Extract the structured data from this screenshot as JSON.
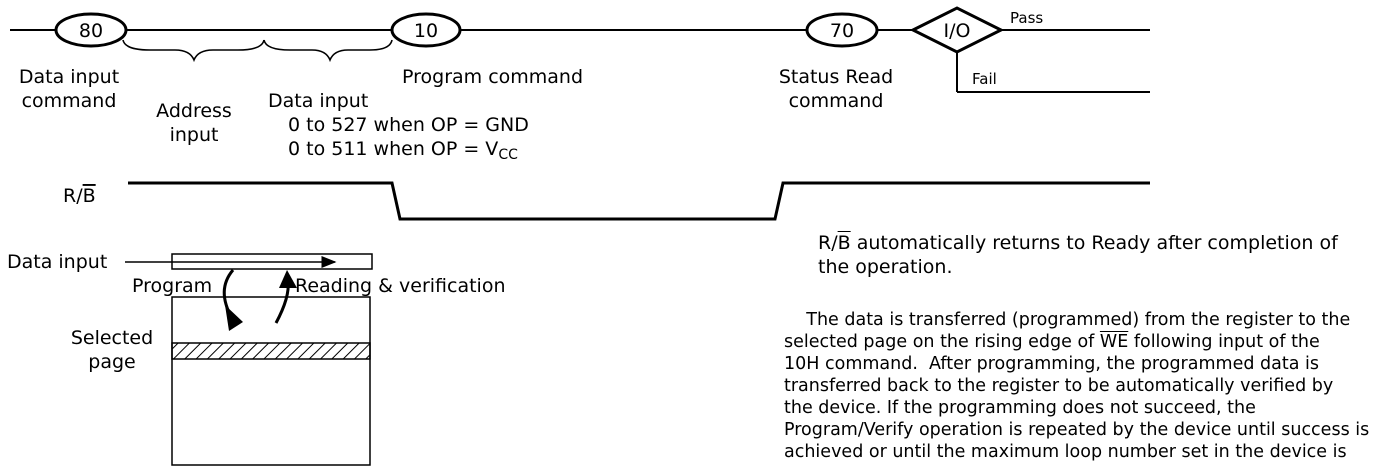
{
  "commands": {
    "data_input_cmd": "80",
    "program_cmd": "10",
    "status_cmd": "70",
    "io": "I/O"
  },
  "labels": {
    "pass": "Pass",
    "fail": "Fail",
    "data_input_command_1": "Data input",
    "data_input_command_2": "command",
    "address_input_1": "Address",
    "address_input_2": "input",
    "data_input": "Data input",
    "range_gnd": "0 to 527 when OP = GND",
    "range_vcc_prefix": "0 to 511 when OP = V",
    "range_vcc_sub": "CC",
    "program_command": "Program command",
    "status_read_1": "Status Read",
    "status_read_2": "command",
    "rb_r": "R/",
    "rb_b": "B",
    "block_data_input": "Data input",
    "block_program": "Program",
    "block_reading": "Reading & verification",
    "selected_page_1": "Selected",
    "selected_page_2": "page"
  },
  "note": {
    "prefix": "R/",
    "bar": "B",
    "rest": " automatically returns to Ready after completion of",
    "line2": "the operation."
  },
  "paragraph": {
    "l1_a": "    The data is transferred (programmed) from the register to the",
    "l2_a": "selected page on the rising edge of ",
    "l2_we": "WE",
    "l2_b": " following input of the",
    "l3": "10H command.  After programming, the programmed data is",
    "l4": "transferred back to the register to be automatically verified by",
    "l5": "the device. If the programming does not succeed, the",
    "l6": "Program/Verify operation is repeated by the device until success is",
    "l7": "achieved or until the maximum loop number set in the device is"
  }
}
